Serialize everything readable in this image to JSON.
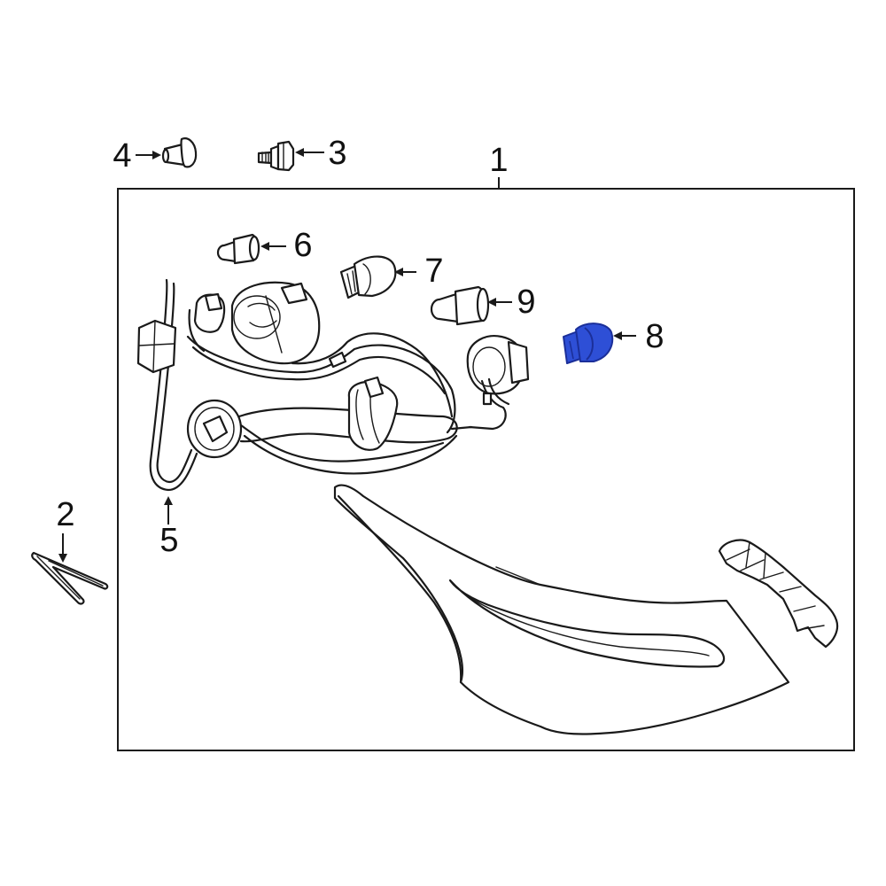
{
  "callouts": {
    "c1": "1",
    "c2": "2",
    "c3": "3",
    "c4": "4",
    "c5": "5",
    "c6": "6",
    "c7": "7",
    "c8": "8",
    "c9": "9"
  },
  "colors": {
    "line": "#1a1a1a",
    "highlight": "#2e4fd6",
    "highlight_dark": "#1b2f99",
    "background": "#ffffff"
  },
  "highlighted_part": "8"
}
